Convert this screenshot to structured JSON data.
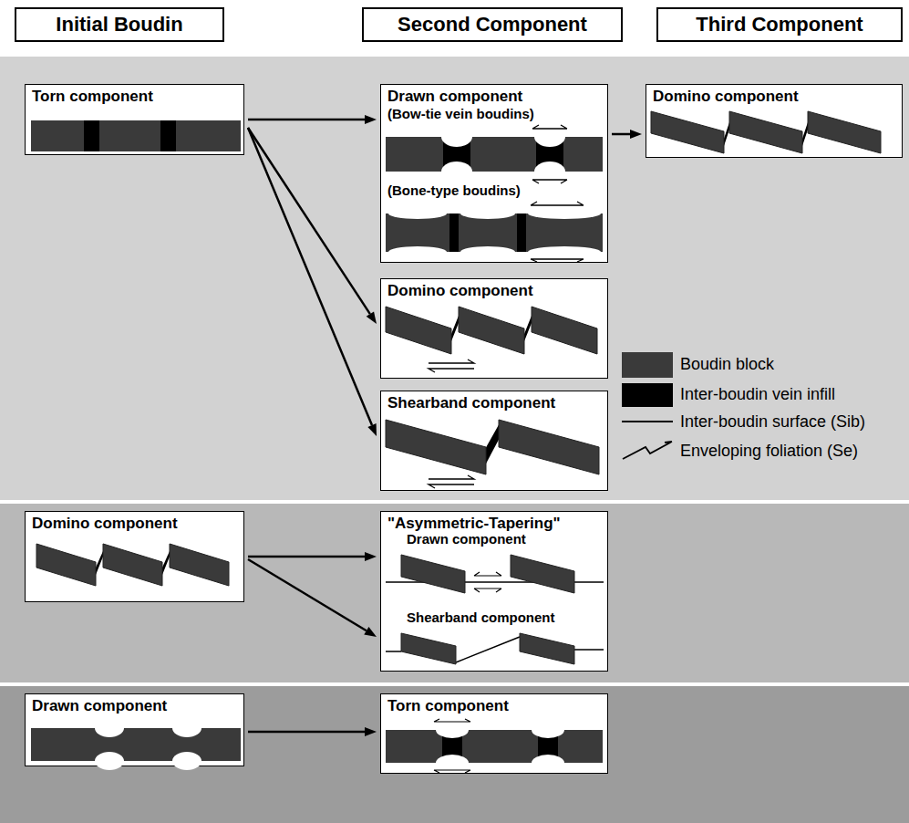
{
  "diagram": {
    "nodes": [
      {
        "text": [
          "Initial Boudin"
        ]
      },
      {
        "text": [
          "Second Component"
        ]
      },
      {
        "text": [
          "Third Component"
        ]
      },
      {
        "text": [
          "Torn component"
        ]
      },
      {
        "text": [
          "Drawn component",
          "(Bow-tie vein boudins)",
          "(Bone-type boudins)"
        ]
      },
      {
        "text": [
          "Domino component"
        ]
      },
      {
        "text": [
          "Domino component"
        ]
      },
      {
        "text": [
          "Shearband component"
        ]
      },
      {
        "text": [
          "Domino component"
        ]
      },
      {
        "text": [
          "\"Asymmetric-Tapering\"",
          "Drawn component",
          "Shearband component"
        ]
      },
      {
        "text": [
          "Drawn component"
        ]
      },
      {
        "text": [
          "Torn component"
        ]
      }
    ],
    "edges": [
      {
        "from": 3,
        "to": 4,
        "arrow": "to"
      },
      {
        "from": 4,
        "to": 5,
        "arrow": "to"
      },
      {
        "from": 3,
        "to": 6,
        "arrow": "to"
      },
      {
        "from": 3,
        "to": 7,
        "arrow": "to"
      },
      {
        "from": 8,
        "to": 9,
        "arrow": "to"
      },
      {
        "from": 8,
        "to": 9,
        "arrow": "to"
      },
      {
        "from": 10,
        "to": 11,
        "arrow": "to"
      }
    ],
    "legend": [
      {
        "text": "Boudin block",
        "color": "#3a3a3a"
      },
      {
        "text": "Inter-boudin vein infill",
        "color": "#000000"
      },
      {
        "text": "Inter-boudin surface (Sib)"
      },
      {
        "text": "Enveloping foliation (Se)"
      }
    ]
  }
}
